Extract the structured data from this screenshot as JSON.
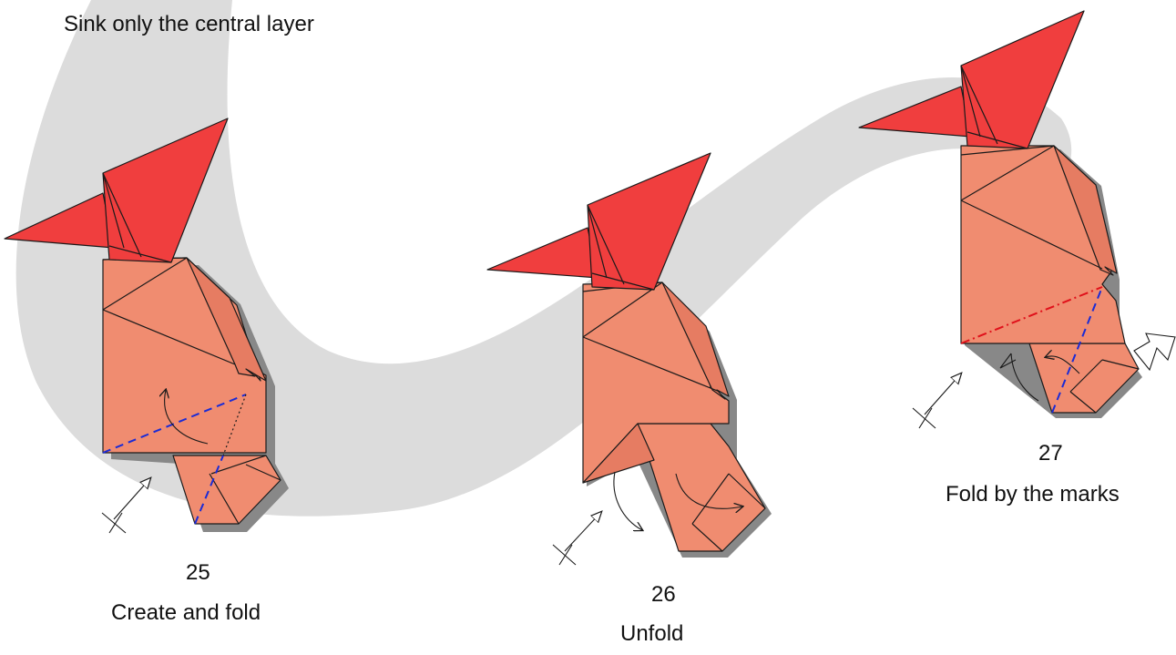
{
  "instruction_top": "Sink only the central layer",
  "steps": [
    {
      "number": "25",
      "caption": "Create and fold"
    },
    {
      "number": "26",
      "caption": "Unfold"
    },
    {
      "number": "27",
      "caption": "Fold by the marks"
    }
  ],
  "colors": {
    "band": "#dcdcdc",
    "hood": "#f03e3e",
    "hood_dark": "#d9302f",
    "body": "#f08c70",
    "body_dark": "#e67c62",
    "shadow": "#888888",
    "valley_fold": "#1a2bd6",
    "mountain_fold": "#e0101a"
  }
}
